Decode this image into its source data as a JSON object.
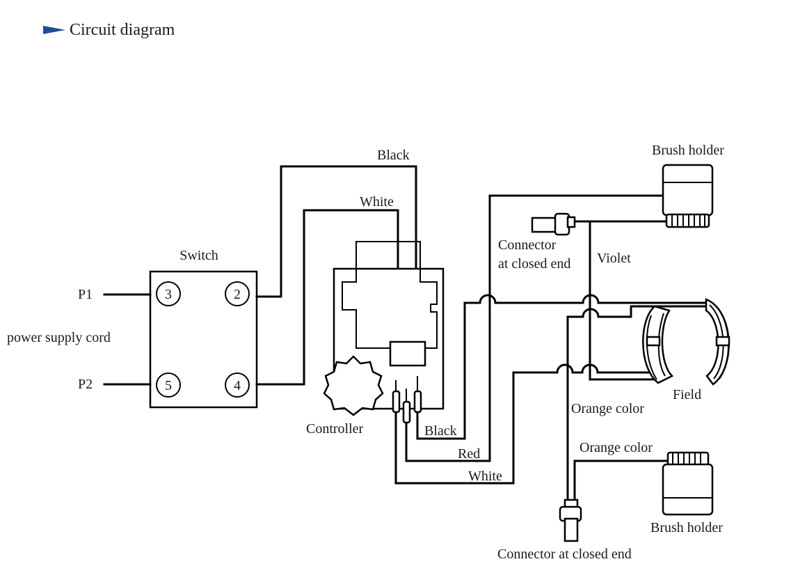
{
  "header": {
    "title": "Circuit diagram",
    "title_marker_color": "#1f4e99",
    "title_marker_icon": "triangle-pointer-icon"
  },
  "labels": {
    "switch": "Switch",
    "p1": "P1",
    "p2": "P2",
    "power_cord": "power supply cord",
    "controller": "Controller",
    "wire_black_top": "Black",
    "wire_white_top": "White",
    "wire_black_bottom": "Black",
    "wire_red": "Red",
    "wire_white_bottom": "White",
    "brush_holder_top": "Brush holder",
    "brush_holder_bottom": "Brush holder",
    "connector_top_line1": "Connector",
    "connector_top_line2": "at closed end",
    "connector_bottom": "Connector at closed end",
    "violet": "Violet",
    "field": "Field",
    "orange_1": "Orange color",
    "orange_2": "Orange color"
  },
  "switch_terminals": [
    "3",
    "2",
    "5",
    "4"
  ]
}
